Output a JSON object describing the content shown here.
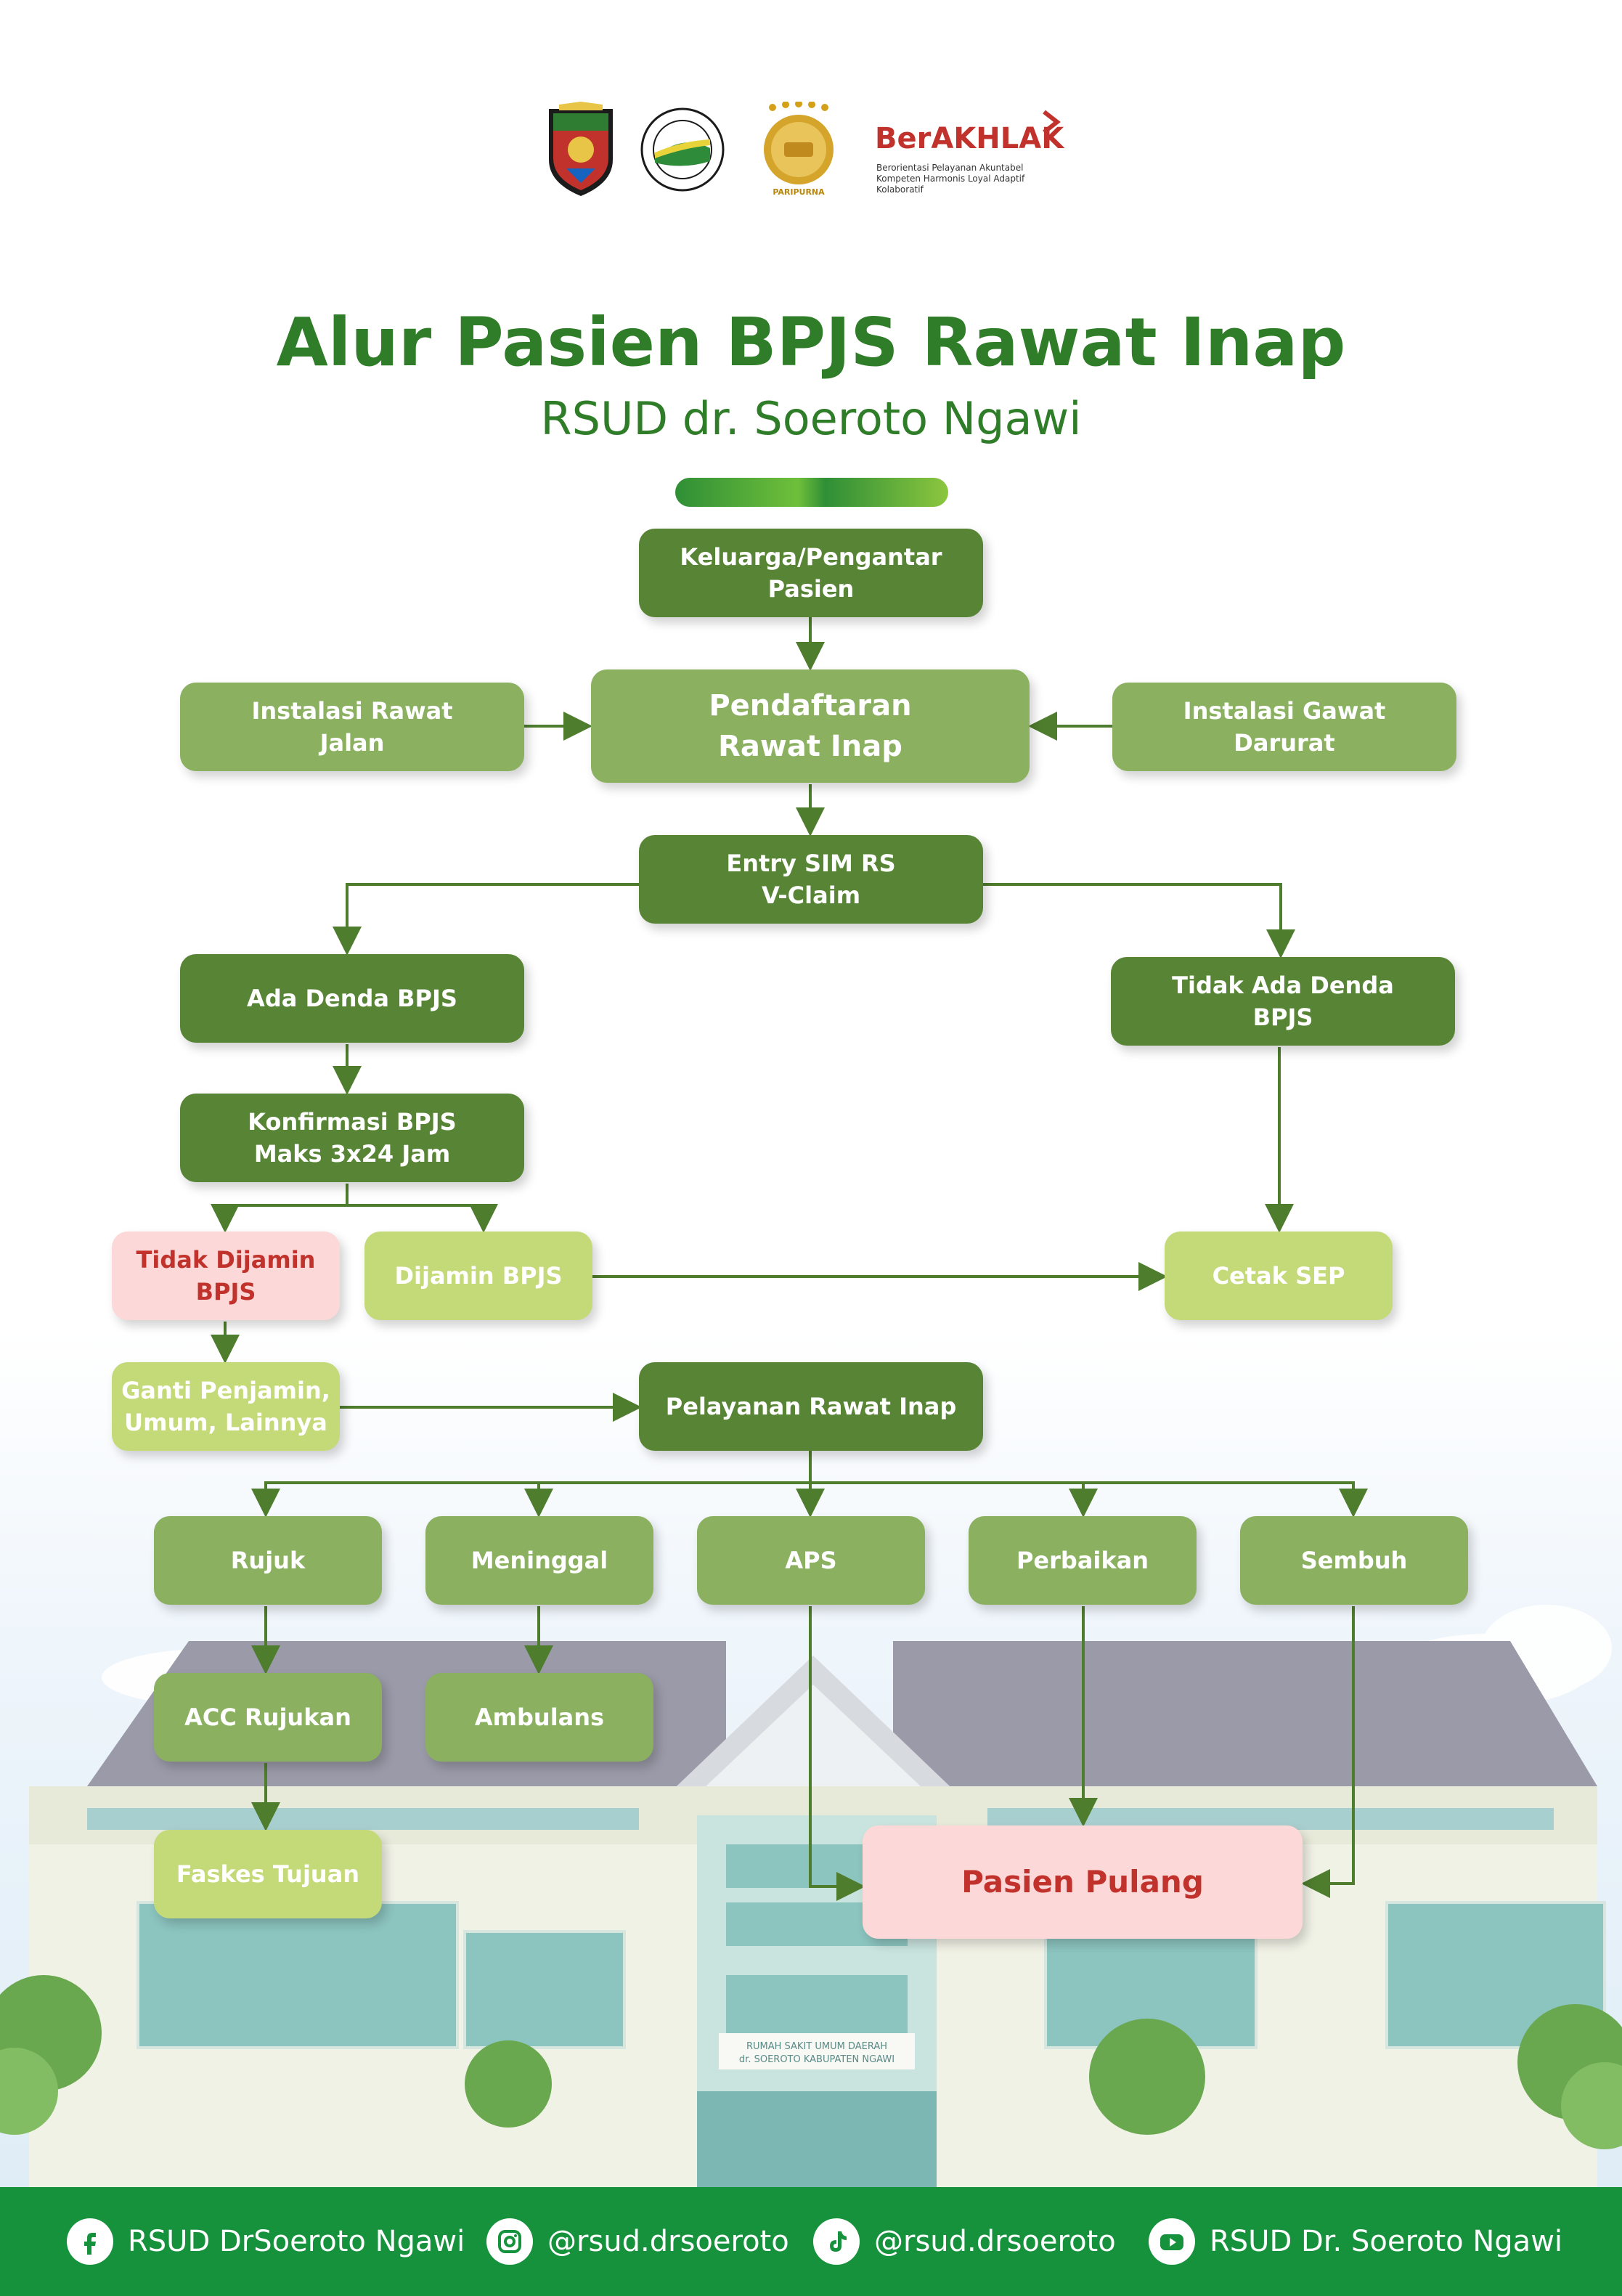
{
  "logos": {
    "brand_word": "BerAKHLAK",
    "brand_tagline": "Berorientasi Pelayanan Akuntabel Kompeten Harmonis Loyal Adaptif Kolaboratif",
    "paripurna": "PARIPURNA",
    "items": [
      "ngawi-regency-crest-icon",
      "rsud-soeroto-logo-icon",
      "paripurna-accreditation-badge-icon",
      "berakhlak-logo-icon"
    ]
  },
  "title": "Alur Pasien BPJS Rawat Inap",
  "subtitle": "RSUD dr. Soeroto Ngawi",
  "nodes": {
    "keluarga": "Keluarga/Pengantar\nPasien",
    "irj": "Instalasi Rawat\nJalan",
    "pendaftaran": "Pendaftaran\nRawat Inap",
    "igd": "Instalasi Gawat\nDarurat",
    "entry": "Entry SIM RS\nV-Claim",
    "ada_denda": "Ada Denda BPJS",
    "tidak_denda": "Tidak Ada Denda\nBPJS",
    "konfirmasi": "Konfirmasi BPJS\nMaks 3x24 Jam",
    "tidak_dijamin": "Tidak Dijamin\nBPJS",
    "dijamin": "Dijamin BPJS",
    "cetak_sep": "Cetak SEP",
    "ganti": "Ganti Penjamin,\nUmum, Lainnya",
    "pelayanan": "Pelayanan Rawat Inap",
    "rujuk": "Rujuk",
    "meninggal": "Meninggal",
    "aps": "APS",
    "perbaikan": "Perbaikan",
    "sembuh": "Sembuh",
    "acc_rujukan": "ACC Rujukan",
    "ambulans": "Ambulans",
    "faskes": "Faskes Tujuan",
    "pulang": "Pasien Pulang"
  },
  "colors": {
    "dark": "#588535",
    "mid": "#8ab060",
    "light": "#c4d977",
    "pink": "#fcd9d8",
    "pink_text": "#c0322b",
    "title": "#2f7d28",
    "footer": "#16923d",
    "connector": "#4f7d2e"
  },
  "building_sign": {
    "line1": "RUMAH SAKIT UMUM DAERAH",
    "line2": "dr. SOEROTO KABUPATEN NGAWI"
  },
  "footer": {
    "facebook": "RSUD DrSoeroto Ngawi",
    "instagram": "@rsud.drsoeroto",
    "tiktok": "@rsud.drsoeroto",
    "youtube": "RSUD Dr. Soeroto Ngawi"
  }
}
